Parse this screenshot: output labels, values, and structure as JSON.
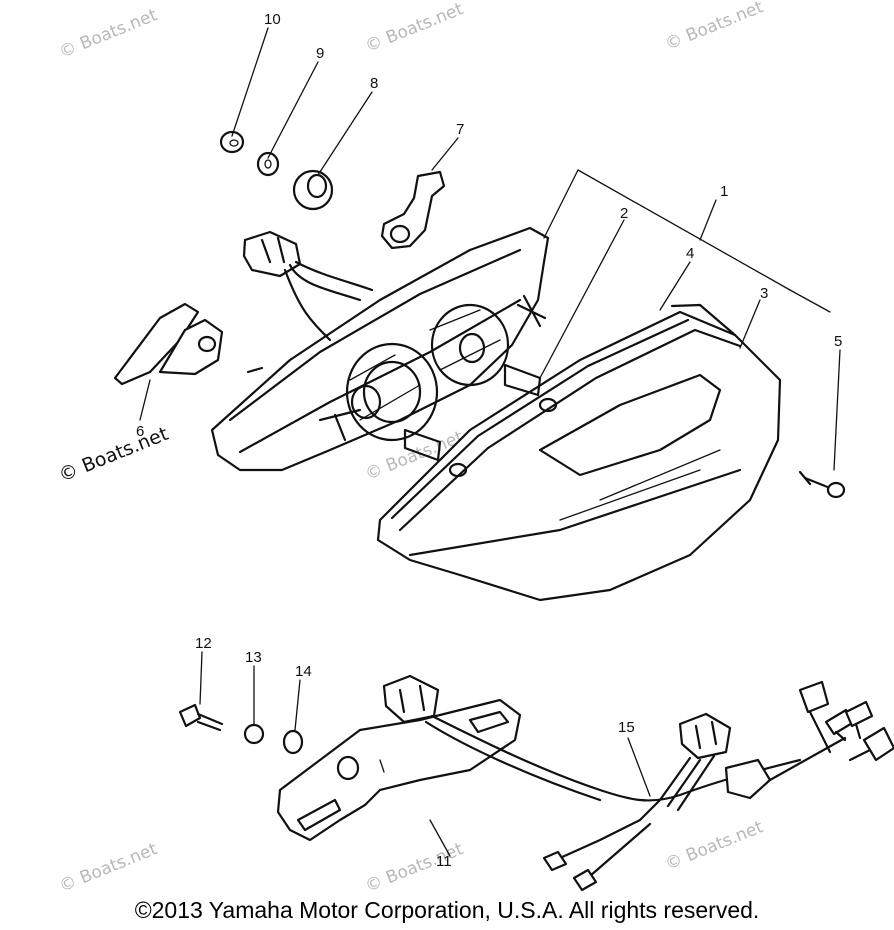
{
  "callouts": {
    "c1": "1",
    "c2": "2",
    "c3": "3",
    "c4": "4",
    "c5": "5",
    "c6": "6",
    "c7": "7",
    "c8": "8",
    "c9": "9",
    "c10": "10",
    "c11": "11",
    "c12": "12",
    "c13": "13",
    "c14": "14",
    "c15": "15"
  },
  "watermark": "© Boats.net",
  "copyright": "©2013 Yamaha Motor Corporation, U.S.A. All rights reserved."
}
